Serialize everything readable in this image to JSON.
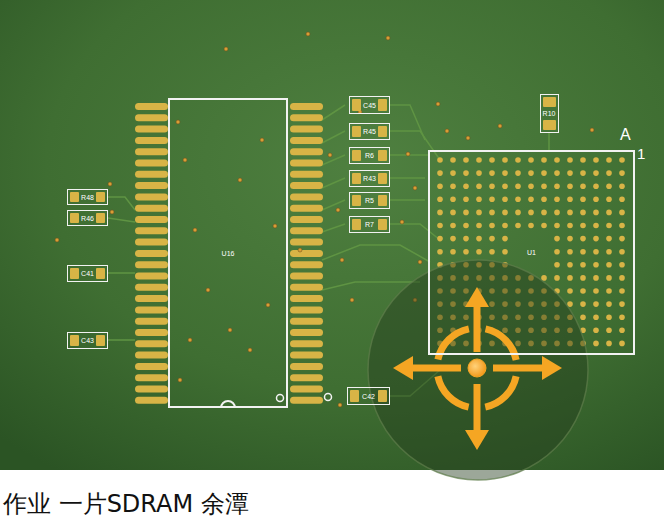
{
  "diagram": {
    "caption": "作业 一片SDRAM 余潭",
    "nodes": [
      {
        "text": [
          "R48"
        ]
      },
      {
        "text": [
          "R46"
        ]
      },
      {
        "text": [
          "C41"
        ]
      },
      {
        "text": [
          "C43"
        ]
      },
      {
        "text": [
          "U16"
        ]
      },
      {
        "text": [
          "C45"
        ]
      },
      {
        "text": [
          "R45"
        ]
      },
      {
        "text": [
          "R6"
        ]
      },
      {
        "text": [
          "R43"
        ]
      },
      {
        "text": [
          "R5"
        ]
      },
      {
        "text": [
          "R7"
        ]
      },
      {
        "text": [
          "C42"
        ]
      },
      {
        "text": [
          "R10"
        ]
      },
      {
        "text": [
          "U1"
        ]
      }
    ],
    "labels": [
      "A",
      "1"
    ]
  }
}
